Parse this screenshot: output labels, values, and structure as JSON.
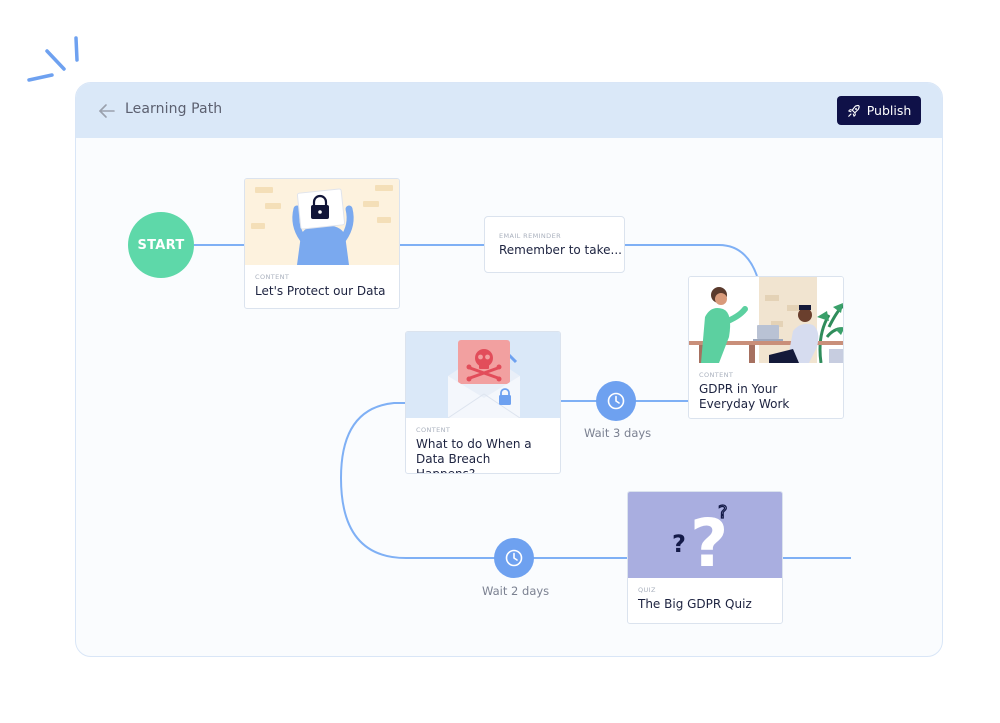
{
  "header": {
    "title": "Learning Path",
    "publish_label": "Publish"
  },
  "start": {
    "label": "START"
  },
  "nodes": {
    "protect": {
      "kind": "CONTENT",
      "title": "Let's Protect our Data"
    },
    "email": {
      "kind": "EMAIL REMINDER",
      "title": "Remember to take..."
    },
    "gdpr_everyday": {
      "kind": "CONTENT",
      "title": "GDPR in Your Everyday Work"
    },
    "breach": {
      "kind": "CONTENT",
      "title": "What to do When a Data Breach Happens?"
    },
    "quiz": {
      "kind": "QUIZ",
      "title": "The Big GDPR Quiz"
    }
  },
  "waits": {
    "wait1": {
      "label": "Wait 3 days"
    },
    "wait2": {
      "label": "Wait 2 days"
    }
  },
  "colors": {
    "accent": "#0f1148",
    "path_line": "#7fb0f5",
    "start": "#5ed8a9",
    "clock": "#6ea1f0",
    "header_bg": "#dae8f8"
  },
  "icons": [
    "arrow-left-icon",
    "rocket-icon",
    "clock-icon",
    "lock-icon",
    "skull-icon",
    "question-mark-icon"
  ]
}
